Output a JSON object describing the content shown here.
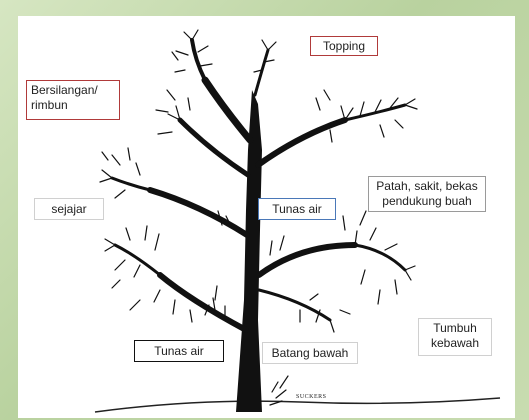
{
  "labels": {
    "topping": "Topping",
    "bersilangan": "Bersilangan/ rimbun",
    "sejajar": "sejajar",
    "tunas_air_center": "Tunas air",
    "patah": "Patah, sakit, bekas pendukung buah",
    "tunas_air_bottom": "Tunas air",
    "batang_bawah": "Batang bawah",
    "tumbuh_kebawah": "Tumbuh kebawah",
    "suckers": "SUCKERS"
  },
  "colors": {
    "background": "#c9dcb3",
    "panel": "#ffffff",
    "tree": "#111111",
    "red_box": "#b03a3a",
    "blue_box": "#4a78b8"
  }
}
